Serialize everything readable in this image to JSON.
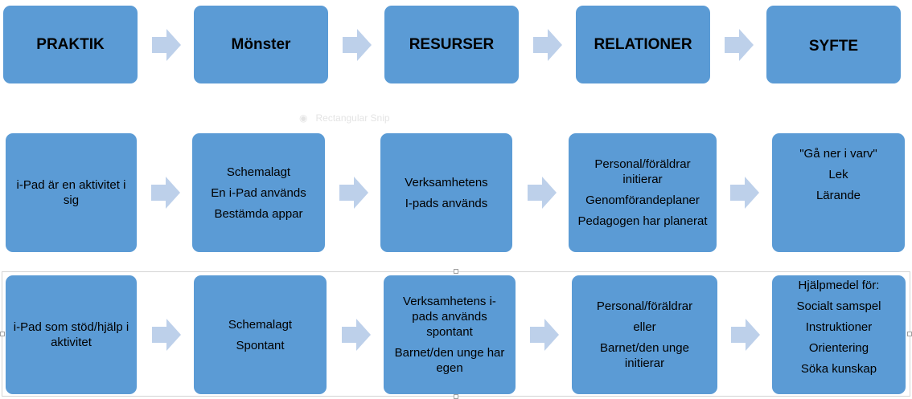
{
  "headers": [
    "PRAKTIK",
    "Mönster",
    "RESURSER",
    "RELATIONER",
    "SYFTE"
  ],
  "row1": [
    [
      "i-Pad är en aktivitet i sig"
    ],
    [
      "Schemalagt",
      "En i-Pad används",
      "Bestämda appar"
    ],
    [
      "Verksamhetens",
      "I-pads används"
    ],
    [
      "Personal/föräldrar initierar",
      "Genomförandeplaner",
      "Pedagogen har planerat"
    ],
    [
      "\"Gå ner i varv\"",
      "Lek",
      "Lärande"
    ]
  ],
  "row2": [
    [
      "i-Pad som stöd/hjälp i aktivitet"
    ],
    [
      "Schemalagt",
      "Spontant"
    ],
    [
      "Verksamhetens i-pads används spontant",
      "Barnet/den unge har egen"
    ],
    [
      "Personal/föräldrar",
      "eller",
      "Barnet/den unge initierar"
    ],
    [
      "Hjälpmedel för:",
      "Socialt samspel",
      "Instruktioner",
      "Orientering",
      "Söka kunskap"
    ]
  ],
  "ghost_label": "Rectangular Snip",
  "colors": {
    "box": "#5b9bd5",
    "arrow": "#bdd0ea"
  }
}
